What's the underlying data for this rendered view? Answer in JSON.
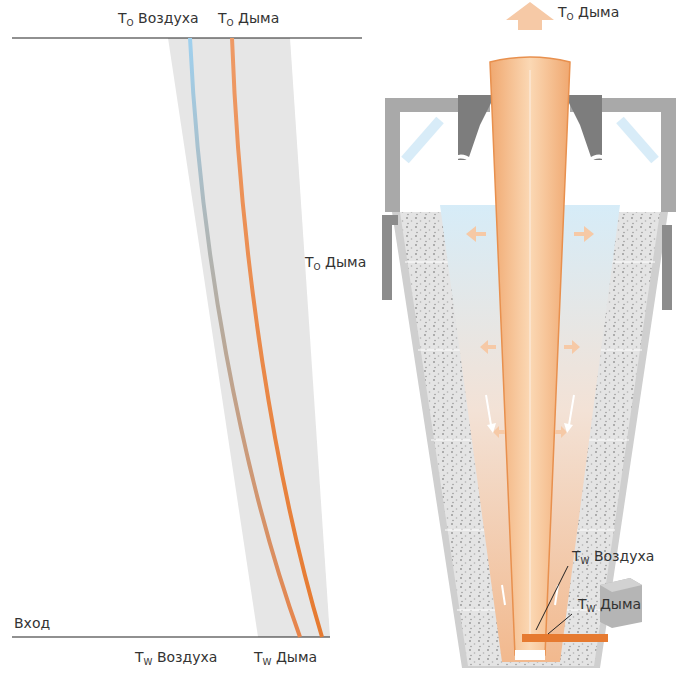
{
  "diagram": {
    "labels": [
      "TO Воздуха",
      "TO Дыма",
      "Вход",
      "TW Воздуха",
      "TW Дыма",
      "TO Дыма",
      "TO Дыма",
      "TW Воздуха",
      "TW Дыма"
    ]
  }
}
